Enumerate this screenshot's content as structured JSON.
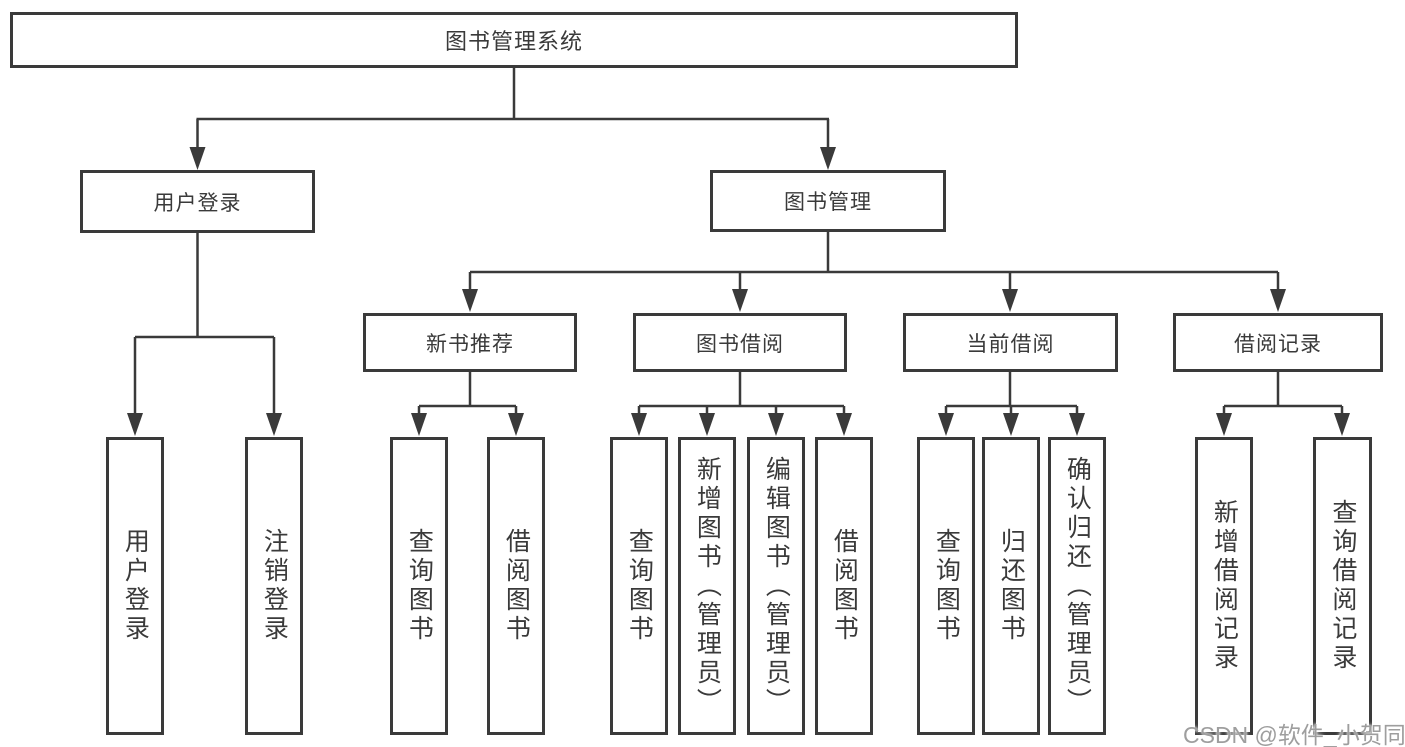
{
  "diagram": {
    "watermark": "CSDN @软件_小贺同学",
    "colors": {
      "line": "#3a3a3a",
      "node_border": "#3a3a3a",
      "text": "#3a3a3a",
      "watermark": "#9e9e9e",
      "background": "#ffffff"
    },
    "nodes": {
      "root": {
        "label": "图书管理系统",
        "children": [
          "user_login",
          "book_management"
        ]
      },
      "user_login": {
        "label": "用户登录",
        "children": [
          "leaf_user_login",
          "leaf_logout"
        ]
      },
      "book_management": {
        "label": "图书管理",
        "children": [
          "new_book_recommend",
          "book_borrowing",
          "current_borrowing",
          "borrowing_records"
        ]
      },
      "new_book_recommend": {
        "label": "新书推荐",
        "children": [
          "leaf_query_book_1",
          "leaf_borrow_book_1"
        ]
      },
      "book_borrowing": {
        "label": "图书借阅",
        "children": [
          "leaf_query_book_2",
          "leaf_add_book_admin",
          "leaf_edit_book_admin",
          "leaf_borrow_book_2"
        ]
      },
      "current_borrowing": {
        "label": "当前借阅",
        "children": [
          "leaf_query_book_3",
          "leaf_return_book",
          "leaf_confirm_return_admin"
        ]
      },
      "borrowing_records": {
        "label": "借阅记录",
        "children": [
          "leaf_add_borrow_record",
          "leaf_query_borrow_record"
        ]
      },
      "leaf_user_login": {
        "label": "用户登录"
      },
      "leaf_logout": {
        "label": "注销登录"
      },
      "leaf_query_book_1": {
        "label": "查询图书"
      },
      "leaf_borrow_book_1": {
        "label": "借阅图书"
      },
      "leaf_query_book_2": {
        "label": "查询图书"
      },
      "leaf_add_book_admin": {
        "label": "新增图书（管理员）"
      },
      "leaf_edit_book_admin": {
        "label": "编辑图书（管理员）"
      },
      "leaf_borrow_book_2": {
        "label": "借阅图书"
      },
      "leaf_query_book_3": {
        "label": "查询图书"
      },
      "leaf_return_book": {
        "label": "归还图书"
      },
      "leaf_confirm_return_admin": {
        "label": "确认归还（管理员）"
      },
      "leaf_add_borrow_record": {
        "label": "新增借阅记录"
      },
      "leaf_query_borrow_record": {
        "label": "查询借阅记录"
      }
    }
  }
}
